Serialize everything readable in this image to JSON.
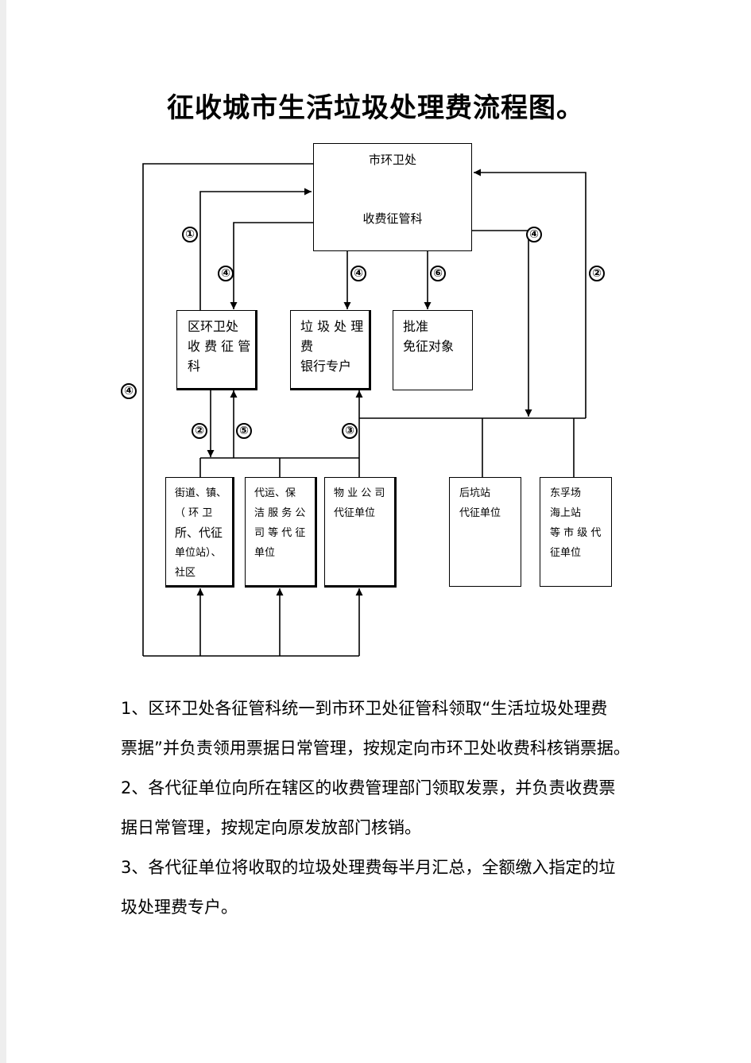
{
  "title": "征收城市生活垃圾处理费流程图。",
  "nodes": {
    "city": {
      "line1": "市环卫处",
      "line2": "收费征管科"
    },
    "district": {
      "lines": [
        "区环卫处",
        "收 费 征 管",
        "科"
      ]
    },
    "bank": {
      "lines": [
        "垃 圾 处 理",
        "费",
        "银行专户"
      ]
    },
    "exempt": {
      "lines": [
        "批准",
        "免征对象"
      ]
    },
    "street": {
      "lines": [
        "街道、镇、",
        "（  环  卫",
        "所、代征",
        "单位站）、",
        "社区"
      ]
    },
    "transport": {
      "lines": [
        "代运、保",
        "洁 服 务 公",
        "司 等 代 征",
        "单位"
      ]
    },
    "property": {
      "lines": [
        "物 业 公 司",
        "代征单位"
      ]
    },
    "houkeng": {
      "lines": [
        "后坑站",
        "代征单位"
      ]
    },
    "dongfu": {
      "lines": [
        "东孚场",
        "海上站",
        "等 市 级 代",
        "征单位"
      ]
    }
  },
  "markers": [
    "①",
    "④",
    "④",
    "⑥",
    "④",
    "②",
    "④",
    "②",
    "⑤",
    "③"
  ],
  "notes": [
    "1、区环卫处各征管科统一到市环卫处征管科领取“生活垃圾处理费",
    "票据”并负责领用票据日常管理，按规定向市环卫处收费科核销票据。",
    "2、各代征单位向所在辖区的收费管理部门领取发票，并负责收费票",
    "据日常管理，按规定向原发放部门核销。",
    "3、各代征单位将收取的垃圾处理费每半月汇总，全额缴入指定的垃",
    "圾处理费专户。"
  ]
}
